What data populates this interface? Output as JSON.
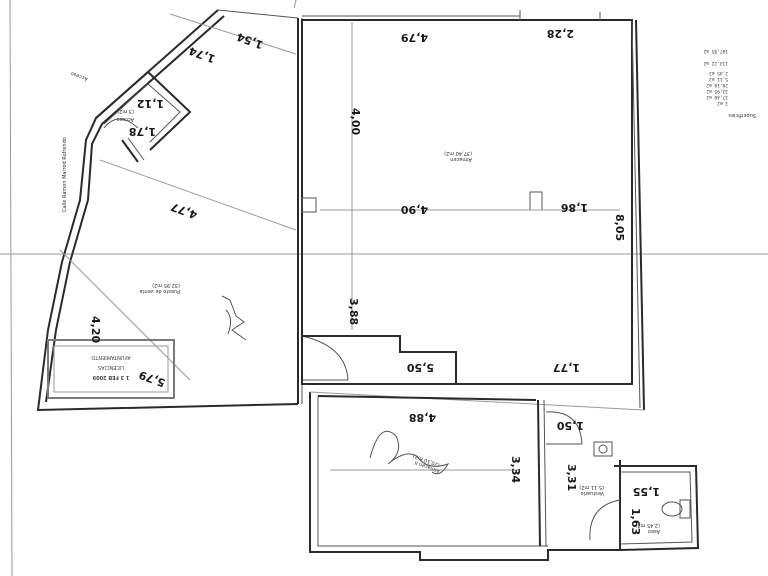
{
  "plan": {
    "dimensions": {
      "d_1_54": "1,54",
      "d_1_74": "1,74",
      "d_1_12": "1,12",
      "d_1_78": "1,78",
      "d_4_77": "4,77",
      "d_4_20": "4,20",
      "d_5_79": "5,79",
      "d_4_79": "4,79",
      "d_2_28": "2,28",
      "d_4_00": "4,00",
      "d_4_90": "4,90",
      "d_1_86": "1,86",
      "d_8_05": "8,05",
      "d_3_88": "3,88",
      "d_5_50": "5,50",
      "d_1_77": "1,77",
      "d_4_88": "4,88",
      "d_1_50": "1,50",
      "d_3_34": "3,34",
      "d_3_31": "3,31",
      "d_1_55": "1,55",
      "d_1_63": "1,63"
    },
    "labels": {
      "street": "Calle Ramon Marrod Rufrendo",
      "acceso_top": "Acceso",
      "acceso_room": "Acceso",
      "acceso_area": "(3 m2)",
      "venta": "Puesto de venta",
      "venta_area": "(32,95 m2)",
      "almacen": "Almacen",
      "almacen_area": "(37,40 m2)",
      "almacen2": "Almacen II",
      "almacen2_area": "(20,10 m2)",
      "aseo": "Aseo",
      "aseo_area": "(2,45 m2)",
      "vestuario": "Vestuario",
      "vestuario_area": "(5,11 m2)",
      "superficies": "Superficies"
    },
    "legend_lines": [
      "107,95 m2",
      "113,22 m2",
      "2,45 m2",
      "5,11 m2",
      "20,10 m2",
      "32,95 m2",
      "37,40 m2",
      "3 m2"
    ],
    "stamp": {
      "line1": "AYUNTAMIENTO",
      "line2": "LICENCIAS",
      "date": "1 3 FEB 2009"
    }
  }
}
